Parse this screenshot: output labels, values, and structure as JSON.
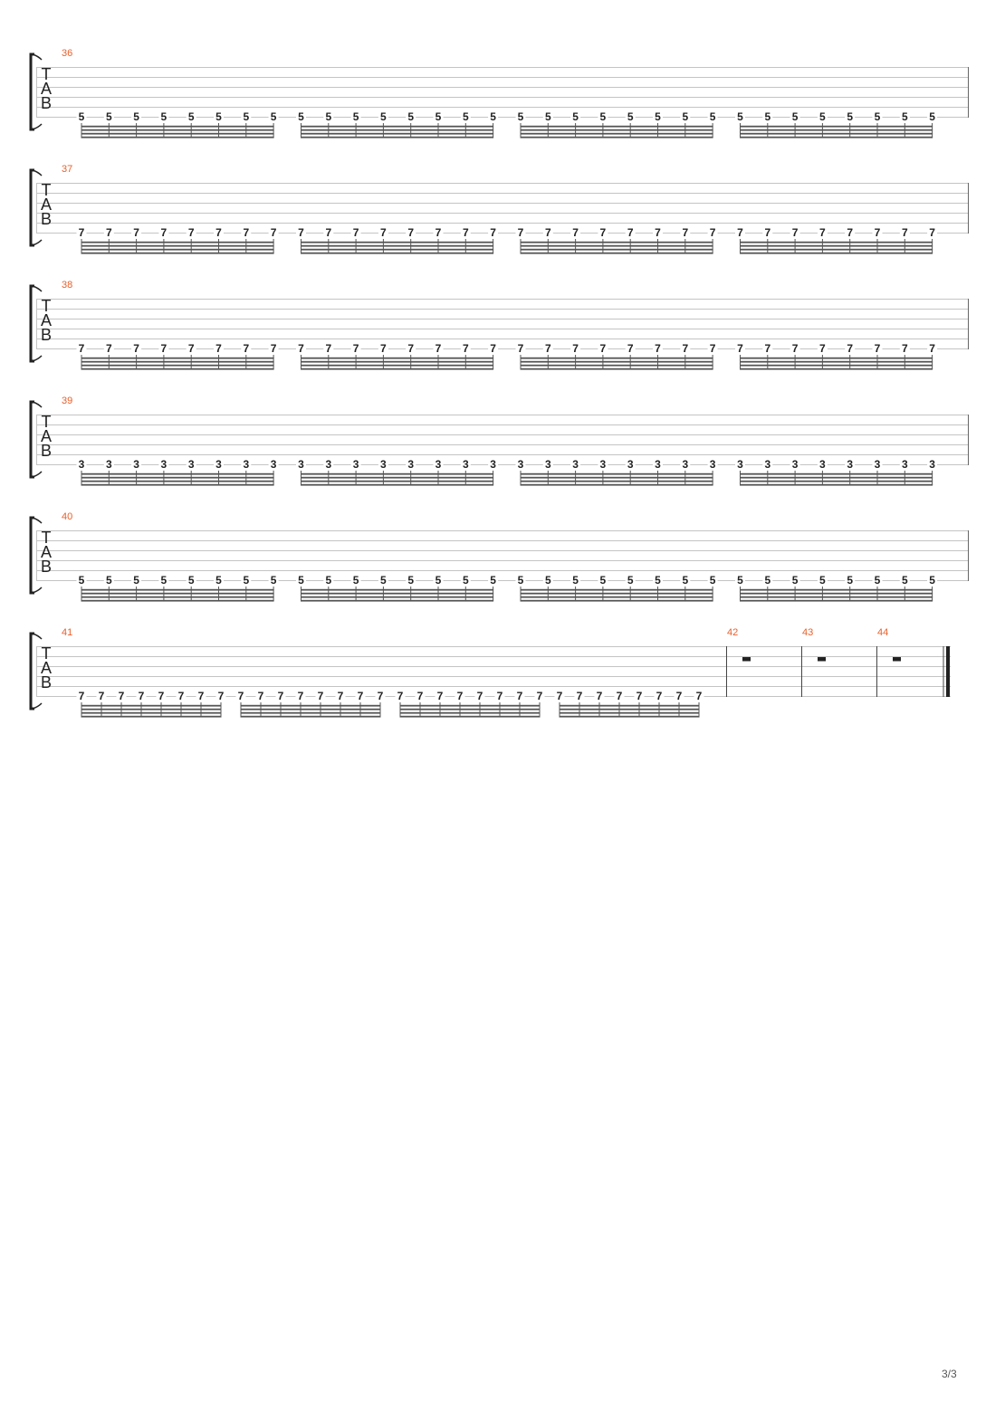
{
  "colors": {
    "bar_number": "#e8602c",
    "staff_line": "#c4c4c4",
    "ink": "#222222",
    "beam": "#555555"
  },
  "tab_clef": [
    "T",
    "A",
    "B"
  ],
  "systems": [
    {
      "bars": [
        {
          "number": "36",
          "type": "notes",
          "string": 6,
          "groups": [
            [
              "5",
              "5",
              "5",
              "5",
              "5",
              "5",
              "5",
              "5"
            ],
            [
              "5",
              "5",
              "5",
              "5",
              "5",
              "5",
              "5",
              "5"
            ],
            [
              "5",
              "5",
              "5",
              "5",
              "5",
              "5",
              "5",
              "5"
            ],
            [
              "5",
              "5",
              "5",
              "5",
              "5",
              "5",
              "5",
              "5"
            ]
          ]
        }
      ]
    },
    {
      "bars": [
        {
          "number": "37",
          "type": "notes",
          "string": 6,
          "groups": [
            [
              "7",
              "7",
              "7",
              "7",
              "7",
              "7",
              "7",
              "7"
            ],
            [
              "7",
              "7",
              "7",
              "7",
              "7",
              "7",
              "7",
              "7"
            ],
            [
              "7",
              "7",
              "7",
              "7",
              "7",
              "7",
              "7",
              "7"
            ],
            [
              "7",
              "7",
              "7",
              "7",
              "7",
              "7",
              "7",
              "7"
            ]
          ]
        }
      ]
    },
    {
      "bars": [
        {
          "number": "38",
          "type": "notes",
          "string": 6,
          "groups": [
            [
              "7",
              "7",
              "7",
              "7",
              "7",
              "7",
              "7",
              "7"
            ],
            [
              "7",
              "7",
              "7",
              "7",
              "7",
              "7",
              "7",
              "7"
            ],
            [
              "7",
              "7",
              "7",
              "7",
              "7",
              "7",
              "7",
              "7"
            ],
            [
              "7",
              "7",
              "7",
              "7",
              "7",
              "7",
              "7",
              "7"
            ]
          ]
        }
      ]
    },
    {
      "bars": [
        {
          "number": "39",
          "type": "notes",
          "string": 6,
          "groups": [
            [
              "3",
              "3",
              "3",
              "3",
              "3",
              "3",
              "3",
              "3"
            ],
            [
              "3",
              "3",
              "3",
              "3",
              "3",
              "3",
              "3",
              "3"
            ],
            [
              "3",
              "3",
              "3",
              "3",
              "3",
              "3",
              "3",
              "3"
            ],
            [
              "3",
              "3",
              "3",
              "3",
              "3",
              "3",
              "3",
              "3"
            ]
          ]
        }
      ]
    },
    {
      "bars": [
        {
          "number": "40",
          "type": "notes",
          "string": 6,
          "groups": [
            [
              "5",
              "5",
              "5",
              "5",
              "5",
              "5",
              "5",
              "5"
            ],
            [
              "5",
              "5",
              "5",
              "5",
              "5",
              "5",
              "5",
              "5"
            ],
            [
              "5",
              "5",
              "5",
              "5",
              "5",
              "5",
              "5",
              "5"
            ],
            [
              "5",
              "5",
              "5",
              "5",
              "5",
              "5",
              "5",
              "5"
            ]
          ]
        }
      ]
    },
    {
      "bars": [
        {
          "number": "41",
          "type": "notes",
          "string": 6,
          "groups": [
            [
              "7",
              "7",
              "7",
              "7",
              "7",
              "7",
              "7",
              "7"
            ],
            [
              "7",
              "7",
              "7",
              "7",
              "7",
              "7",
              "7",
              "7"
            ],
            [
              "7",
              "7",
              "7",
              "7",
              "7",
              "7",
              "7",
              "7"
            ],
            [
              "7",
              "7",
              "7",
              "7",
              "7",
              "7",
              "7",
              "7"
            ]
          ]
        },
        {
          "number": "42",
          "type": "rest"
        },
        {
          "number": "43",
          "type": "rest"
        },
        {
          "number": "44",
          "type": "rest",
          "final": true
        }
      ]
    }
  ],
  "page_number": "3/3"
}
